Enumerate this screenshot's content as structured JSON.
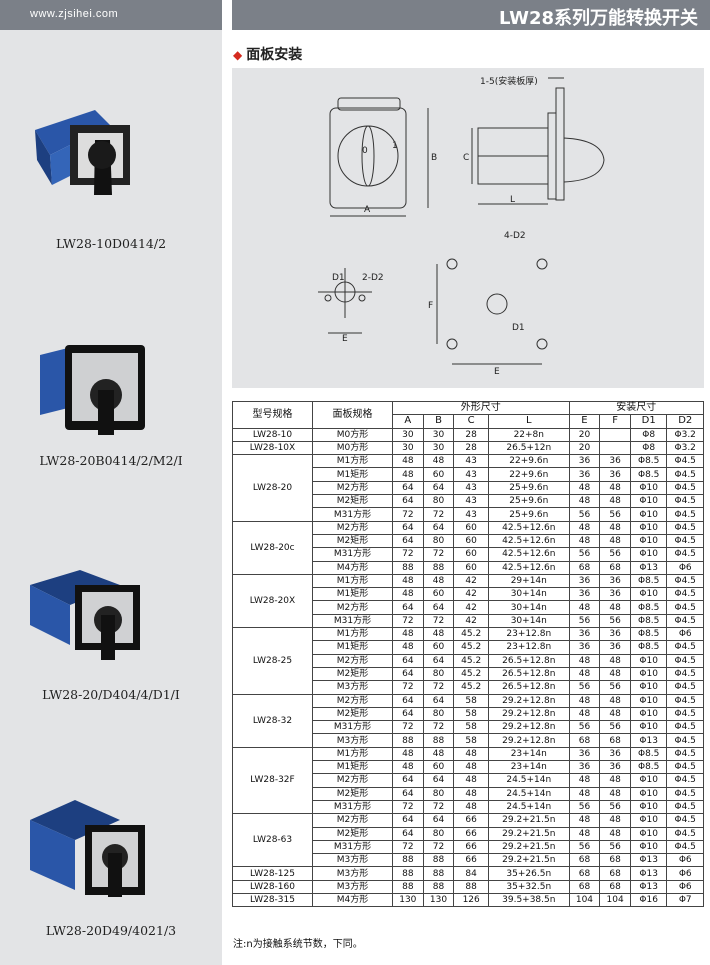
{
  "header": {
    "url": "www.zjsihei.com",
    "title": "LW28系列万能转换开关"
  },
  "section_title": "面板安装",
  "captions": [
    "LW28-10D0414/2",
    "LW28-20B0414/2/M2/I",
    "LW28-20/D404/4/D1/I",
    "LW28-20D49/4021/3"
  ],
  "drawing_labels": {
    "thickness": "1-5(安装板厚)",
    "A": "A",
    "B": "B",
    "C": "C",
    "L": "L",
    "zero": "0",
    "one": "1",
    "D1": "D1",
    "twoD2": "2-D2",
    "fourD2": "4-D2",
    "E": "E",
    "F": "F"
  },
  "table": {
    "h_model": "型号规格",
    "h_panel": "面板规格",
    "h_outer": "外形尺寸",
    "h_install": "安装尺寸",
    "sub": [
      "A",
      "B",
      "C",
      "L",
      "E",
      "F",
      "D1",
      "D2"
    ],
    "groups": [
      {
        "model": "LW28-10",
        "rows": [
          [
            "M0方形",
            "30",
            "30",
            "28",
            "22+8n",
            "20",
            "",
            "Φ8",
            "Φ3.2"
          ]
        ]
      },
      {
        "model": "LW28-10X",
        "rows": [
          [
            "M0方形",
            "30",
            "30",
            "28",
            "26.5+12n",
            "20",
            "",
            "Φ8",
            "Φ3.2"
          ]
        ]
      },
      {
        "model": "LW28-20",
        "rows": [
          [
            "M1方形",
            "48",
            "48",
            "43",
            "22+9.6n",
            "36",
            "36",
            "Φ8.5",
            "Φ4.5"
          ],
          [
            "M1矩形",
            "48",
            "60",
            "43",
            "22+9.6n",
            "36",
            "36",
            "Φ8.5",
            "Φ4.5"
          ],
          [
            "M2方形",
            "64",
            "64",
            "43",
            "25+9.6n",
            "48",
            "48",
            "Φ10",
            "Φ4.5"
          ],
          [
            "M2矩形",
            "64",
            "80",
            "43",
            "25+9.6n",
            "48",
            "48",
            "Φ10",
            "Φ4.5"
          ],
          [
            "M31方形",
            "72",
            "72",
            "43",
            "25+9.6n",
            "56",
            "56",
            "Φ10",
            "Φ4.5"
          ]
        ]
      },
      {
        "model": "LW28-20c",
        "rows": [
          [
            "M2方形",
            "64",
            "64",
            "60",
            "42.5+12.6n",
            "48",
            "48",
            "Φ10",
            "Φ4.5"
          ],
          [
            "M2矩形",
            "64",
            "80",
            "60",
            "42.5+12.6n",
            "48",
            "48",
            "Φ10",
            "Φ4.5"
          ],
          [
            "M31方形",
            "72",
            "72",
            "60",
            "42.5+12.6n",
            "56",
            "56",
            "Φ10",
            "Φ4.5"
          ],
          [
            "M4方形",
            "88",
            "88",
            "60",
            "42.5+12.6n",
            "68",
            "68",
            "Φ13",
            "Φ6"
          ]
        ]
      },
      {
        "model": "LW28-20X",
        "rows": [
          [
            "M1方形",
            "48",
            "48",
            "42",
            "29+14n",
            "36",
            "36",
            "Φ8.5",
            "Φ4.5"
          ],
          [
            "M1矩形",
            "48",
            "60",
            "42",
            "30+14n",
            "36",
            "36",
            "Φ10",
            "Φ4.5"
          ],
          [
            "M2方形",
            "64",
            "64",
            "42",
            "30+14n",
            "48",
            "48",
            "Φ8.5",
            "Φ4.5"
          ],
          [
            "M31方形",
            "72",
            "72",
            "42",
            "30+14n",
            "56",
            "56",
            "Φ8.5",
            "Φ4.5"
          ]
        ]
      },
      {
        "model": "LW28-25",
        "rows": [
          [
            "M1方形",
            "48",
            "48",
            "45.2",
            "23+12.8n",
            "36",
            "36",
            "Φ8.5",
            "Φ6"
          ],
          [
            "M1矩形",
            "48",
            "60",
            "45.2",
            "23+12.8n",
            "36",
            "36",
            "Φ8.5",
            "Φ4.5"
          ],
          [
            "M2方形",
            "64",
            "64",
            "45.2",
            "26.5+12.8n",
            "48",
            "48",
            "Φ10",
            "Φ4.5"
          ],
          [
            "M2矩形",
            "64",
            "80",
            "45.2",
            "26.5+12.8n",
            "48",
            "48",
            "Φ10",
            "Φ4.5"
          ],
          [
            "M3方形",
            "72",
            "72",
            "45.2",
            "26.5+12.8n",
            "56",
            "56",
            "Φ10",
            "Φ4.5"
          ]
        ]
      },
      {
        "model": "LW28-32",
        "rows": [
          [
            "M2方形",
            "64",
            "64",
            "58",
            "29.2+12.8n",
            "48",
            "48",
            "Φ10",
            "Φ4.5"
          ],
          [
            "M2矩形",
            "64",
            "80",
            "58",
            "29.2+12.8n",
            "48",
            "48",
            "Φ10",
            "Φ4.5"
          ],
          [
            "M31方形",
            "72",
            "72",
            "58",
            "29.2+12.8n",
            "56",
            "56",
            "Φ10",
            "Φ4.5"
          ],
          [
            "M3方形",
            "88",
            "88",
            "58",
            "29.2+12.8n",
            "68",
            "68",
            "Φ13",
            "Φ4.5"
          ]
        ]
      },
      {
        "model": "LW28-32F",
        "rows": [
          [
            "M1方形",
            "48",
            "48",
            "48",
            "23+14n",
            "36",
            "36",
            "Φ8.5",
            "Φ4.5"
          ],
          [
            "M1矩形",
            "48",
            "60",
            "48",
            "23+14n",
            "36",
            "36",
            "Φ8.5",
            "Φ4.5"
          ],
          [
            "M2方形",
            "64",
            "64",
            "48",
            "24.5+14n",
            "48",
            "48",
            "Φ10",
            "Φ4.5"
          ],
          [
            "M2矩形",
            "64",
            "80",
            "48",
            "24.5+14n",
            "48",
            "48",
            "Φ10",
            "Φ4.5"
          ],
          [
            "M31方形",
            "72",
            "72",
            "48",
            "24.5+14n",
            "56",
            "56",
            "Φ10",
            "Φ4.5"
          ]
        ]
      },
      {
        "model": "LW28-63",
        "rows": [
          [
            "M2方形",
            "64",
            "64",
            "66",
            "29.2+21.5n",
            "48",
            "48",
            "Φ10",
            "Φ4.5"
          ],
          [
            "M2矩形",
            "64",
            "80",
            "66",
            "29.2+21.5n",
            "48",
            "48",
            "Φ10",
            "Φ4.5"
          ],
          [
            "M31方形",
            "72",
            "72",
            "66",
            "29.2+21.5n",
            "56",
            "56",
            "Φ10",
            "Φ4.5"
          ],
          [
            "M3方形",
            "88",
            "88",
            "66",
            "29.2+21.5n",
            "68",
            "68",
            "Φ13",
            "Φ6"
          ]
        ]
      },
      {
        "model": "LW28-125",
        "rows": [
          [
            "M3方形",
            "88",
            "88",
            "84",
            "35+26.5n",
            "68",
            "68",
            "Φ13",
            "Φ6"
          ]
        ]
      },
      {
        "model": "LW28-160",
        "rows": [
          [
            "M3方形",
            "88",
            "88",
            "88",
            "35+32.5n",
            "68",
            "68",
            "Φ13",
            "Φ6"
          ]
        ]
      },
      {
        "model": "LW28-315",
        "rows": [
          [
            "M4方形",
            "130",
            "130",
            "126",
            "39.5+38.5n",
            "104",
            "104",
            "Φ16",
            "Φ7"
          ]
        ]
      }
    ]
  },
  "note": "注:n为接触系统节数，下同。"
}
